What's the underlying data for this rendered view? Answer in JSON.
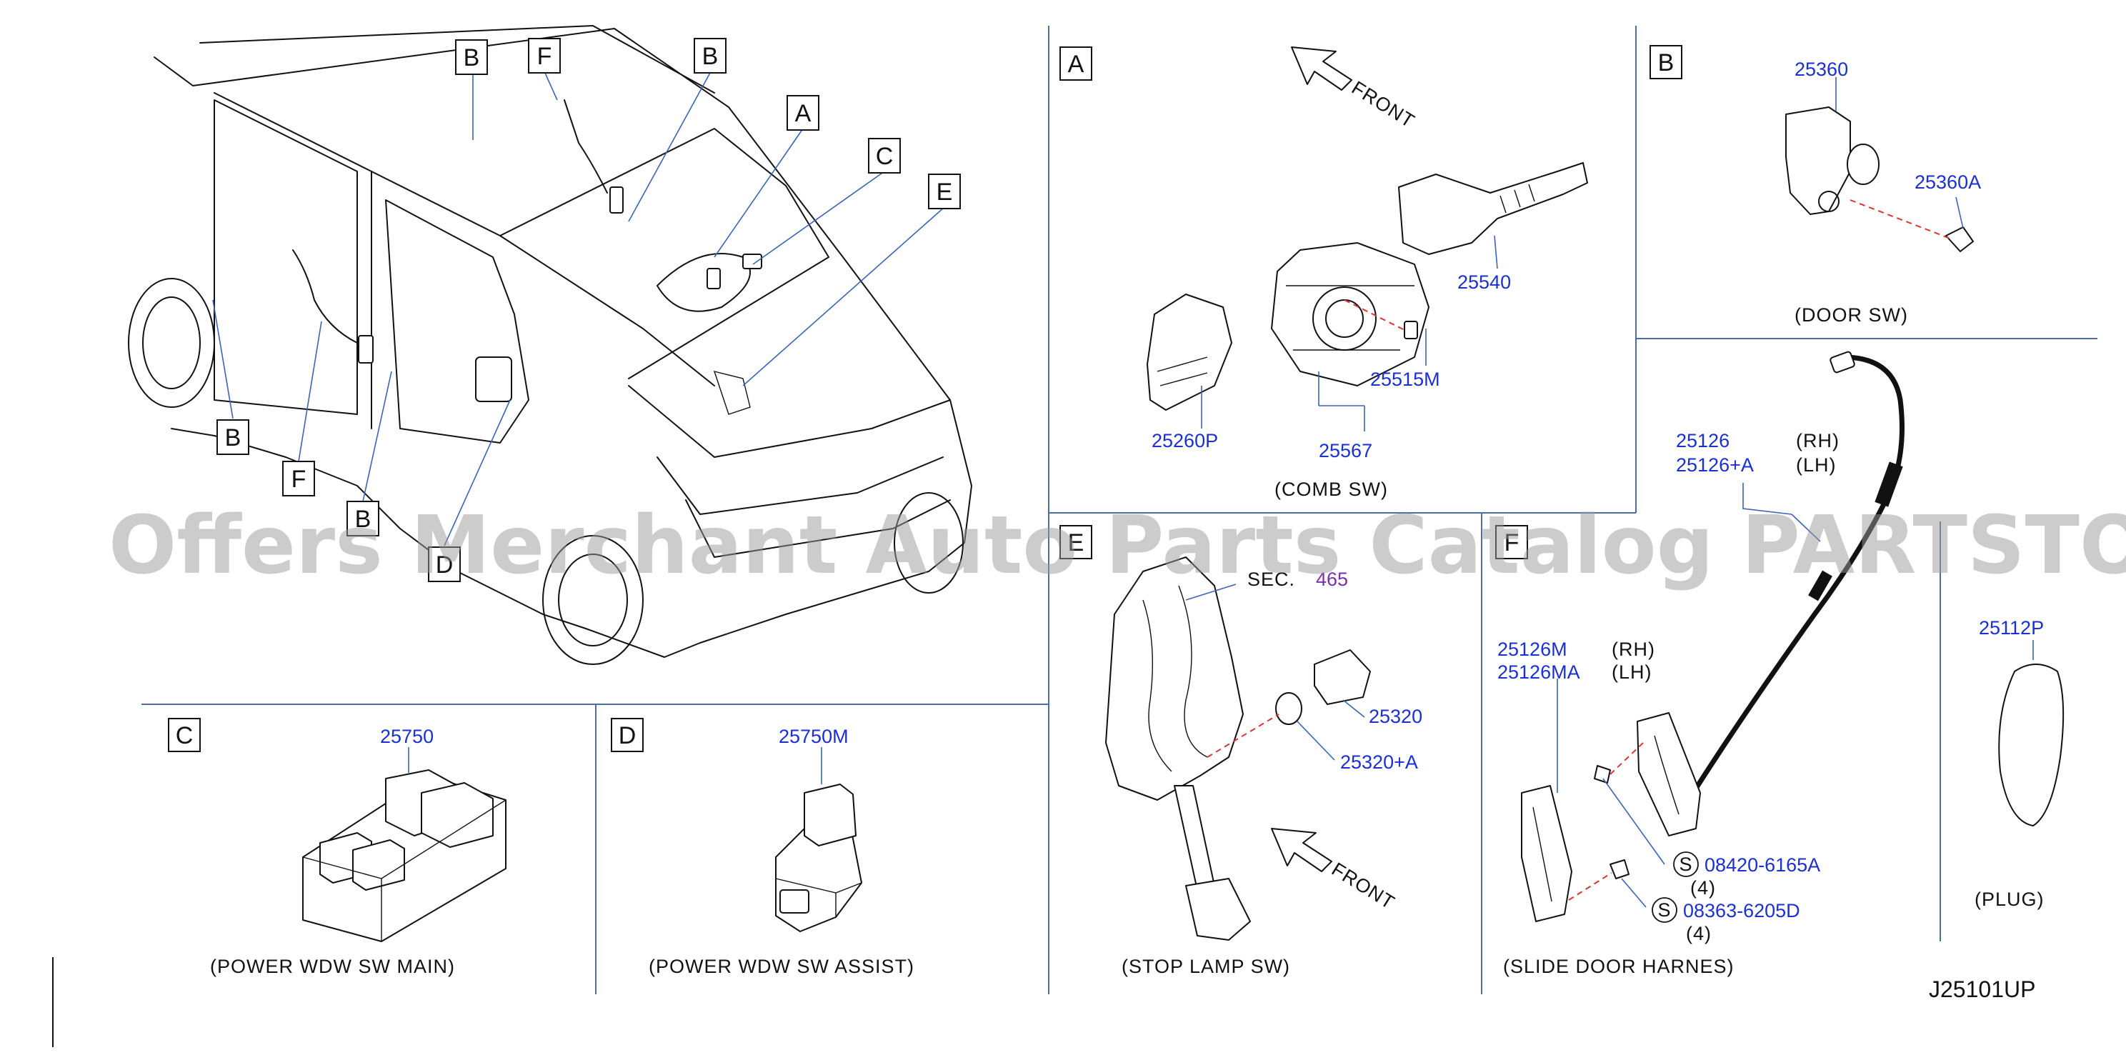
{
  "watermark": "Offers Merchant Auto Parts Catalog PARTSTORE.SA",
  "diagram_code": "J25101UP",
  "overview_labels": [
    "B",
    "F",
    "B",
    "A",
    "C",
    "E",
    "B",
    "F",
    "B",
    "D"
  ],
  "panels": {
    "A": {
      "letter": "A",
      "front": "FRONT",
      "parts": [
        "25540",
        "25515M",
        "25260P",
        "25567"
      ],
      "caption": "(COMB  SW)"
    },
    "B": {
      "letter": "B",
      "parts": [
        "25360",
        "25360A"
      ],
      "caption": "(DOOR  SW)"
    },
    "C": {
      "letter": "C",
      "parts": [
        "25750"
      ],
      "caption": "(POWER  WDW  SW  MAIN)"
    },
    "D": {
      "letter": "D",
      "parts": [
        "25750M"
      ],
      "caption": "(POWER  WDW  SW  ASSIST)"
    },
    "E": {
      "letter": "E",
      "sec_label": "SEC.",
      "sec_number": "465",
      "front": "FRONT",
      "parts": [
        "25320",
        "25320+A"
      ],
      "caption": "(STOP  LAMP  SW)"
    },
    "F": {
      "letter": "F",
      "harness_rh": "25126",
      "harness_lh": "25126+A",
      "rh": "(RH)",
      "lh": "(LH)",
      "bracket_rh": "25126M",
      "bracket_lh": "25126MA",
      "screw_1": "08420-6165A",
      "screw_2": "08363-6205D",
      "qty": "(4)",
      "s_mark": "S",
      "caption": "(SLIDE  DOOR  HARNES)"
    },
    "plug": {
      "part": "25112P",
      "caption": "(PLUG)"
    }
  }
}
